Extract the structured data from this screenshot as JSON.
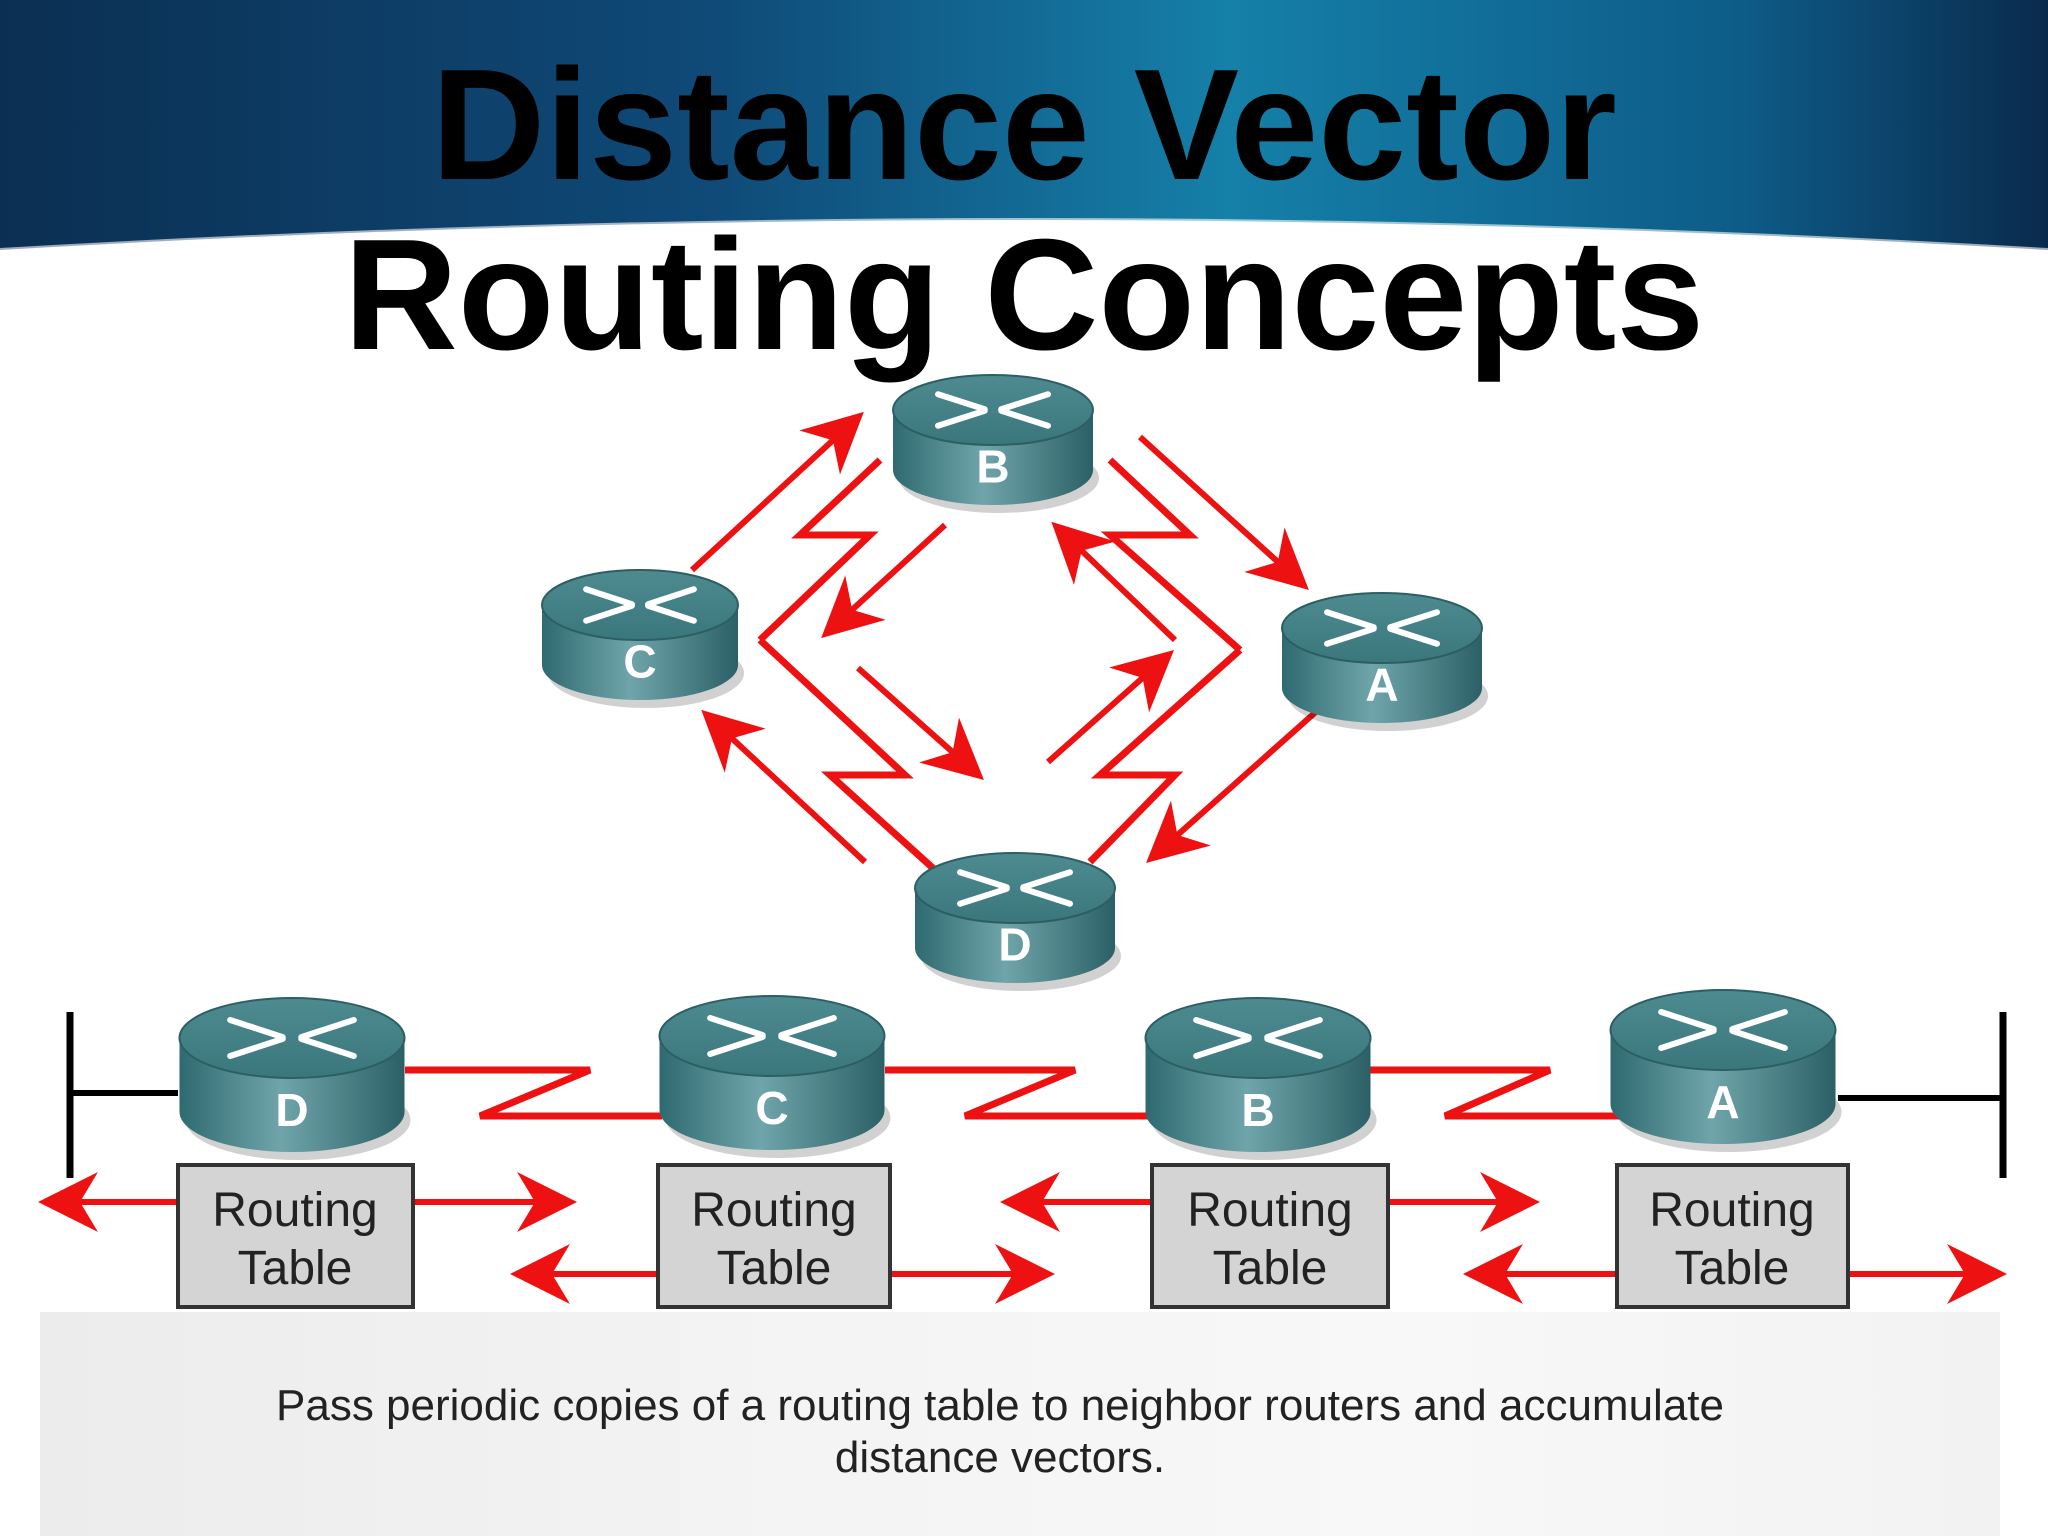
{
  "slide": {
    "title_line1": "Distance Vector",
    "title_line2": "Routing Concepts",
    "caption_line1": "Pass periodic copies of a routing table to neighbor routers and accumulate",
    "caption_line2": "distance vectors."
  },
  "colors": {
    "header_blue": "#0f5d8a",
    "arrow_red": "#ee1111",
    "router_teal": "#3f7e84",
    "table_fill": "#d4d4d4"
  },
  "diamond": {
    "routers": [
      {
        "id": "B",
        "label": "B"
      },
      {
        "id": "C",
        "label": "C"
      },
      {
        "id": "A",
        "label": "A"
      },
      {
        "id": "D",
        "label": "D"
      }
    ]
  },
  "chain": {
    "routers": [
      {
        "id": "D",
        "label": "D",
        "table_line1": "Routing",
        "table_line2": "Table"
      },
      {
        "id": "C",
        "label": "C",
        "table_line1": "Routing",
        "table_line2": "Table"
      },
      {
        "id": "B",
        "label": "B",
        "table_line1": "Routing",
        "table_line2": "Table"
      },
      {
        "id": "A",
        "label": "A",
        "table_line1": "Routing",
        "table_line2": "Table"
      }
    ]
  }
}
